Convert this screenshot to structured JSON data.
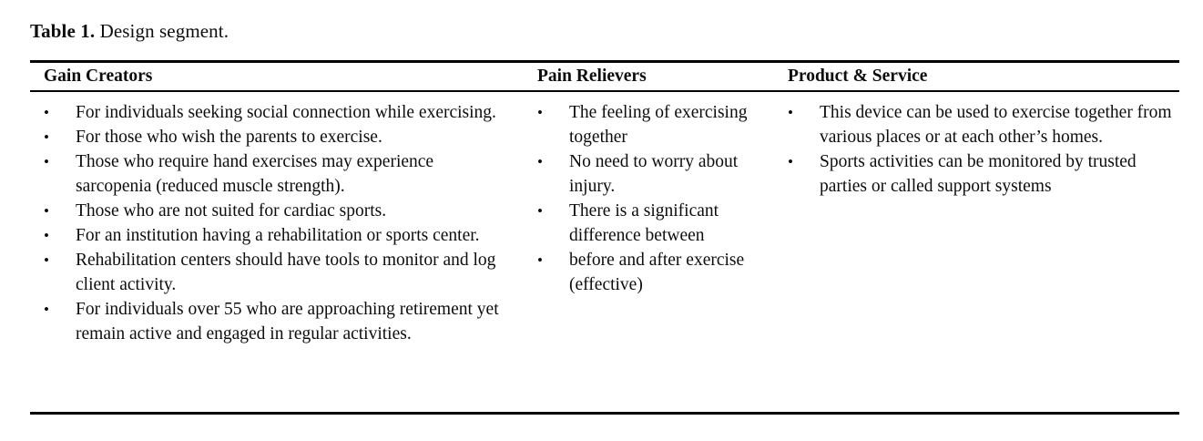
{
  "caption": {
    "label": "Table 1.",
    "text": "Design segment."
  },
  "table": {
    "columns": [
      {
        "id": "gain-creators",
        "header": "Gain Creators"
      },
      {
        "id": "pain-relievers",
        "header": "Pain Relievers"
      },
      {
        "id": "product-service",
        "header": "Product & Service"
      }
    ],
    "bullet_glyph": "•",
    "cells": {
      "gain_creators": [
        "For individuals seeking social connection while exercising.",
        "For those who wish the parents to exercise.",
        "Those who require hand exercises may experience sarcopenia (reduced muscle strength).",
        "Those who are not suited for cardiac sports.",
        "For an institution having a rehabilitation or sports center.",
        "Rehabilitation centers should have tools to monitor and log client activity.",
        "For individuals over 55 who are approaching retirement yet remain active and engaged in regular activities."
      ],
      "pain_relievers": [
        "The feeling of exercising together",
        "No need to worry about injury.",
        "There is a significant difference between",
        "before and after exercise (effective)"
      ],
      "product_service": [
        "This device can be used to exercise together from various places or at each other’s homes.",
        "Sports activities can be monitored by trusted parties or called support systems"
      ]
    }
  }
}
